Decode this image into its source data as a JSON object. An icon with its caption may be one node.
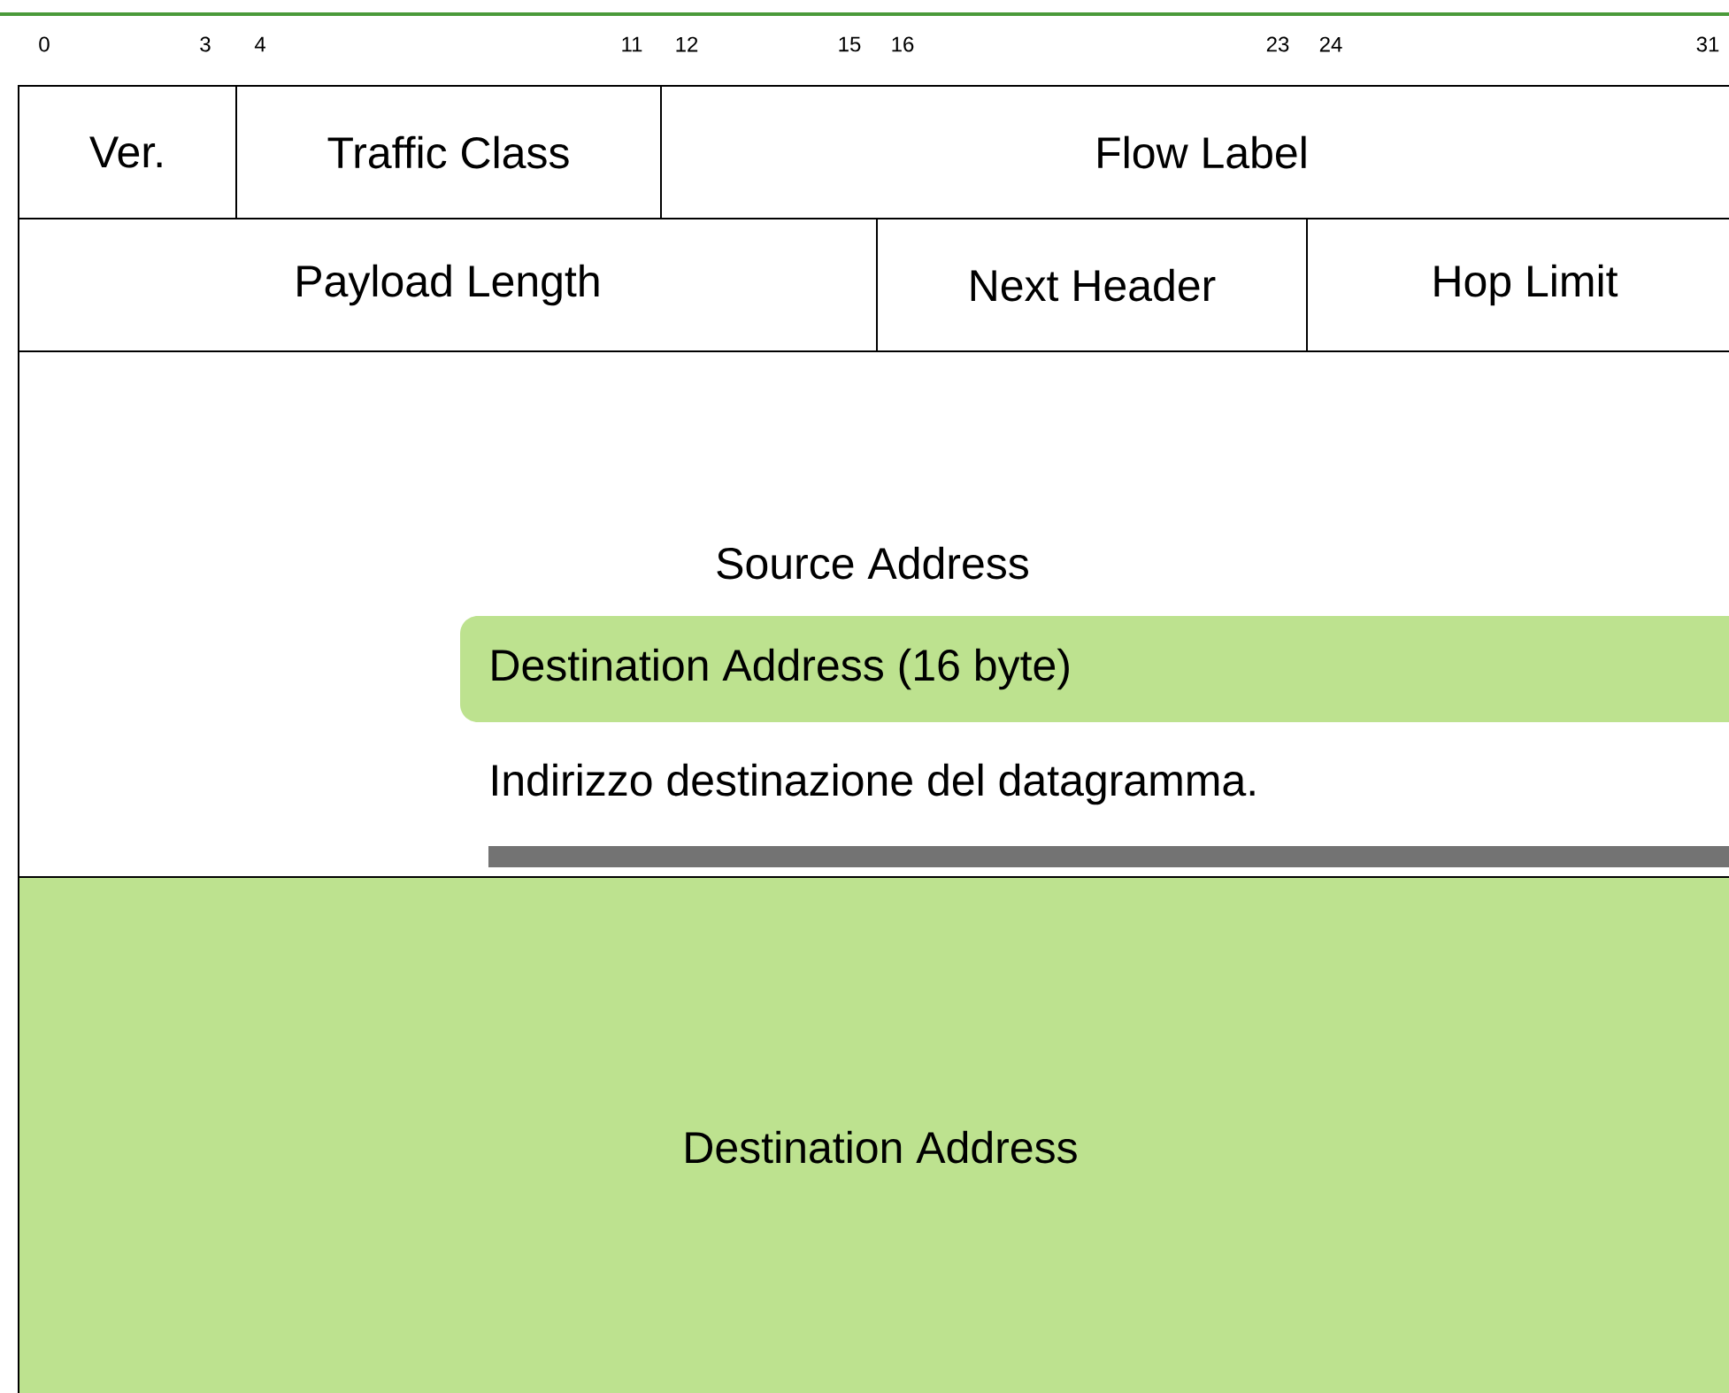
{
  "diagram": {
    "nodes": [
      {
        "text": [
          "Ver."
        ]
      },
      {
        "text": [
          "Traffic Class"
        ]
      },
      {
        "text": [
          "Flow Label"
        ]
      },
      {
        "text": [
          "Payload Length"
        ]
      },
      {
        "text": [
          "Next Header"
        ]
      },
      {
        "text": [
          "Hop Limit"
        ]
      },
      {
        "text": [
          "Source Address"
        ]
      },
      {
        "text": [
          "Destination Address"
        ]
      },
      {
        "text": [
          "Destination Address (16 byte)",
          "Indirizzo destinazione del datagramma."
        ],
        "in": 6
      }
    ],
    "labels": [
      "0",
      "3",
      "4",
      "11",
      "12",
      "15",
      "16",
      "23",
      "24",
      "31"
    ]
  }
}
